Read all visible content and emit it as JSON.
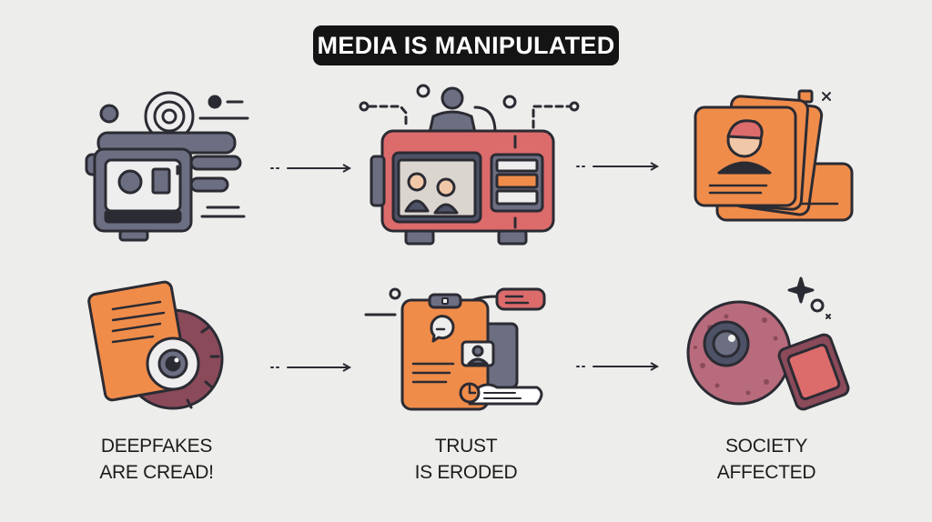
{
  "title": "MEDIA IS MANIPULATED",
  "captions": [
    {
      "line1": "DEEPFAKES",
      "line2": "ARE CREAD!"
    },
    {
      "line1": "TRUST",
      "line2": "IS ERODED"
    },
    {
      "line1": "SOCIETY",
      "line2": "AFFECTED"
    }
  ],
  "palette": {
    "ink": "#2b2b33",
    "slate": "#6c6e82",
    "orange": "#f08c4a",
    "coral": "#dc6b6b",
    "mauve": "#b86b7c",
    "plum": "#8a4a5a",
    "background": "#ededeb"
  },
  "icons": {
    "step1": "camera-device-icon",
    "step2": "editing-monitor-icon",
    "step3": "profile-cards-icon",
    "step4": "document-eye-icon",
    "step5": "clipboard-chat-icon",
    "step6": "cell-phone-icon"
  }
}
